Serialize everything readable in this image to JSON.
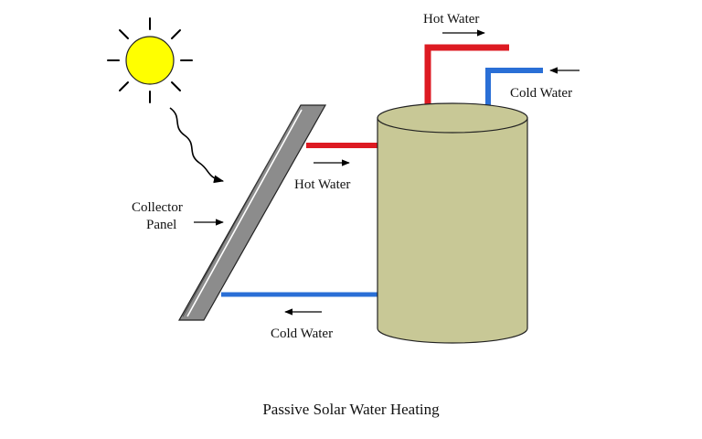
{
  "caption": "Passive Solar Water Heating",
  "labels": {
    "collector_line1": "Collector",
    "collector_line2": "Panel",
    "hot_water_top": "Hot Water",
    "cold_water_top": "Cold Water",
    "hot_water_mid": "Hot Water",
    "cold_water_bottom": "Cold Water"
  },
  "colors": {
    "sun": "#ffff00",
    "tank": "#c8c896",
    "panel": "#8c8c8c",
    "hot_pipe": "#dd1a22",
    "cold_pipe": "#2a6fd6"
  },
  "icons": {
    "sun": "sun-icon",
    "radiation": "wavy-ray-icon"
  }
}
